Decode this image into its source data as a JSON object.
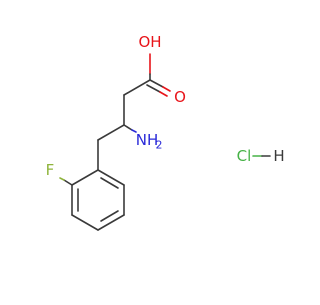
{
  "molecule": {
    "atoms": {
      "hydroxyl": "OH",
      "carbonyl_oxygen": "O",
      "amine": "NH",
      "amine_h_count": "2",
      "fluorine": "F"
    },
    "salt": {
      "chlorine": "Cl",
      "hydrogen": "H"
    }
  },
  "colors": {
    "bond": "#3a3a3a",
    "oxygen": "#e8141a",
    "nitrogen": "#2a2ad8",
    "fluorine": "#8fb43b",
    "chlorine": "#47b247",
    "hydrogen": "#3a3a3a"
  }
}
